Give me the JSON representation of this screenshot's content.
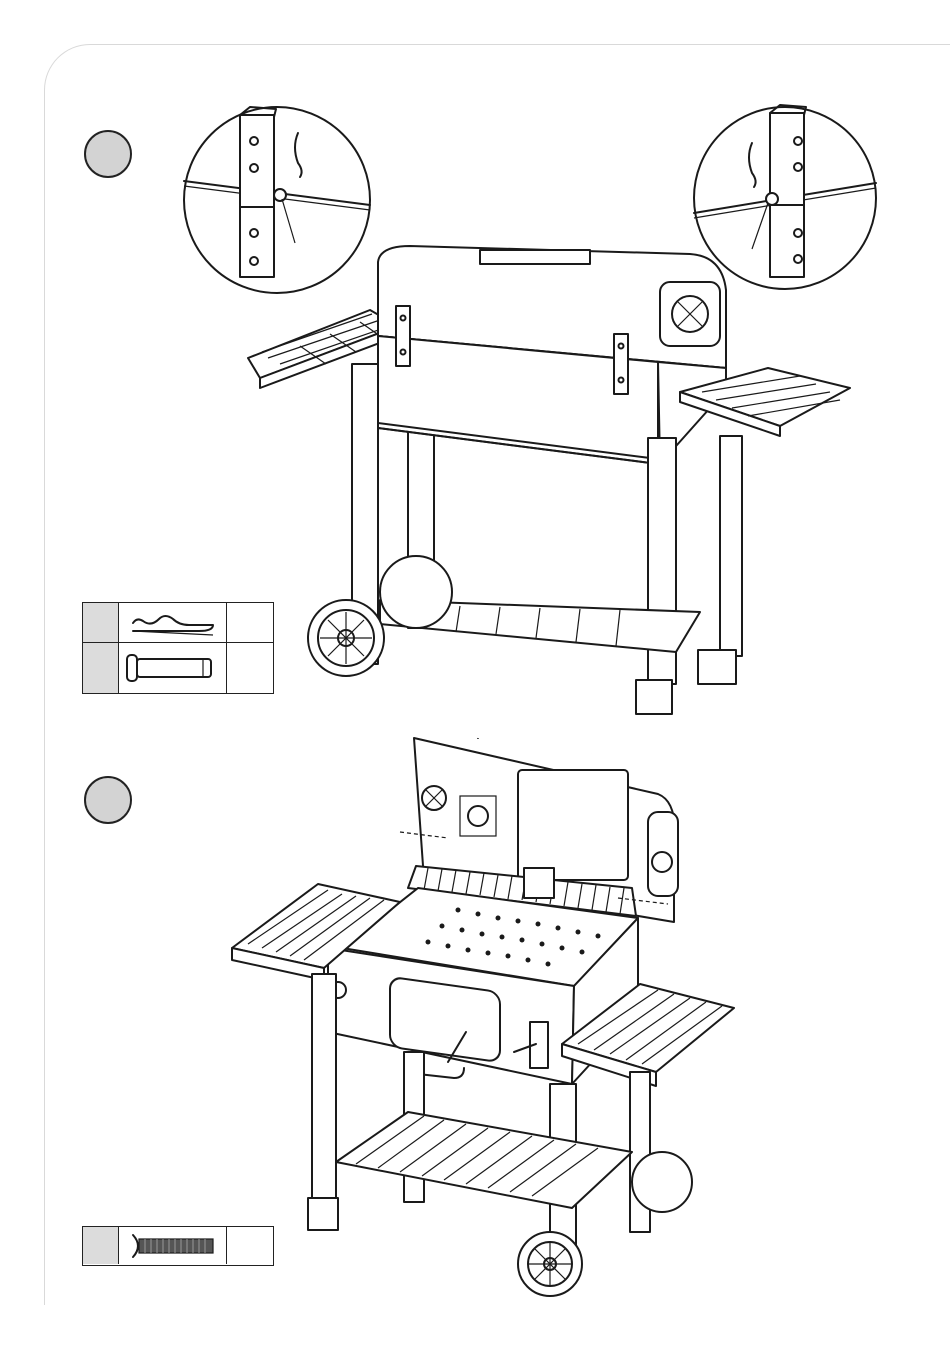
{
  "page": {
    "frame_color": "#d9d9d9",
    "step_circle_color": "#d3d3d3",
    "line_color": "#1a1a1a"
  },
  "step_1": {
    "illustration": "grill-closed-lid-hinge-pins",
    "detail_views": [
      "hinge-pin-left-detail",
      "hinge-pin-right-detail"
    ],
    "parts": [
      {
        "icon": "hair-pin-clip-icon"
      },
      {
        "icon": "hinge-pin-icon"
      }
    ]
  },
  "step_2": {
    "illustration": "grill-open-lid-cooking-grate",
    "parts": [
      {
        "icon": "bolt-icon"
      }
    ]
  }
}
